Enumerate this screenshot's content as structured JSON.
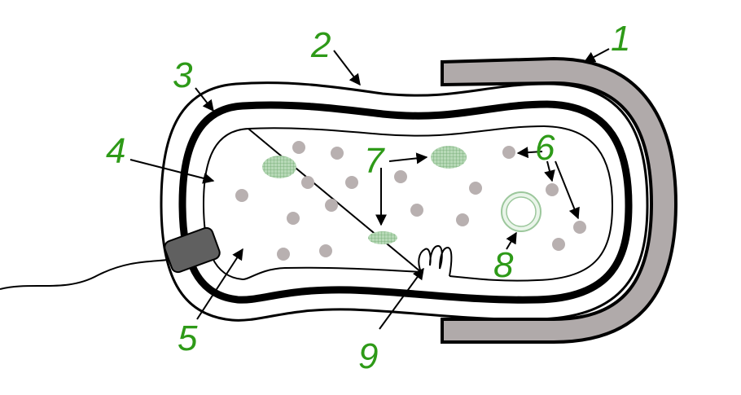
{
  "labels": [
    "1",
    "2",
    "3",
    "4",
    "5",
    "6",
    "7",
    "8",
    "9"
  ],
  "colors": {
    "label_text": "#2e9a18",
    "capsule_fill": "#b0aaaa",
    "ribosome": "#b8b0b0",
    "storage_granule": "#9cc79c",
    "pilus_fill": "#606060"
  }
}
